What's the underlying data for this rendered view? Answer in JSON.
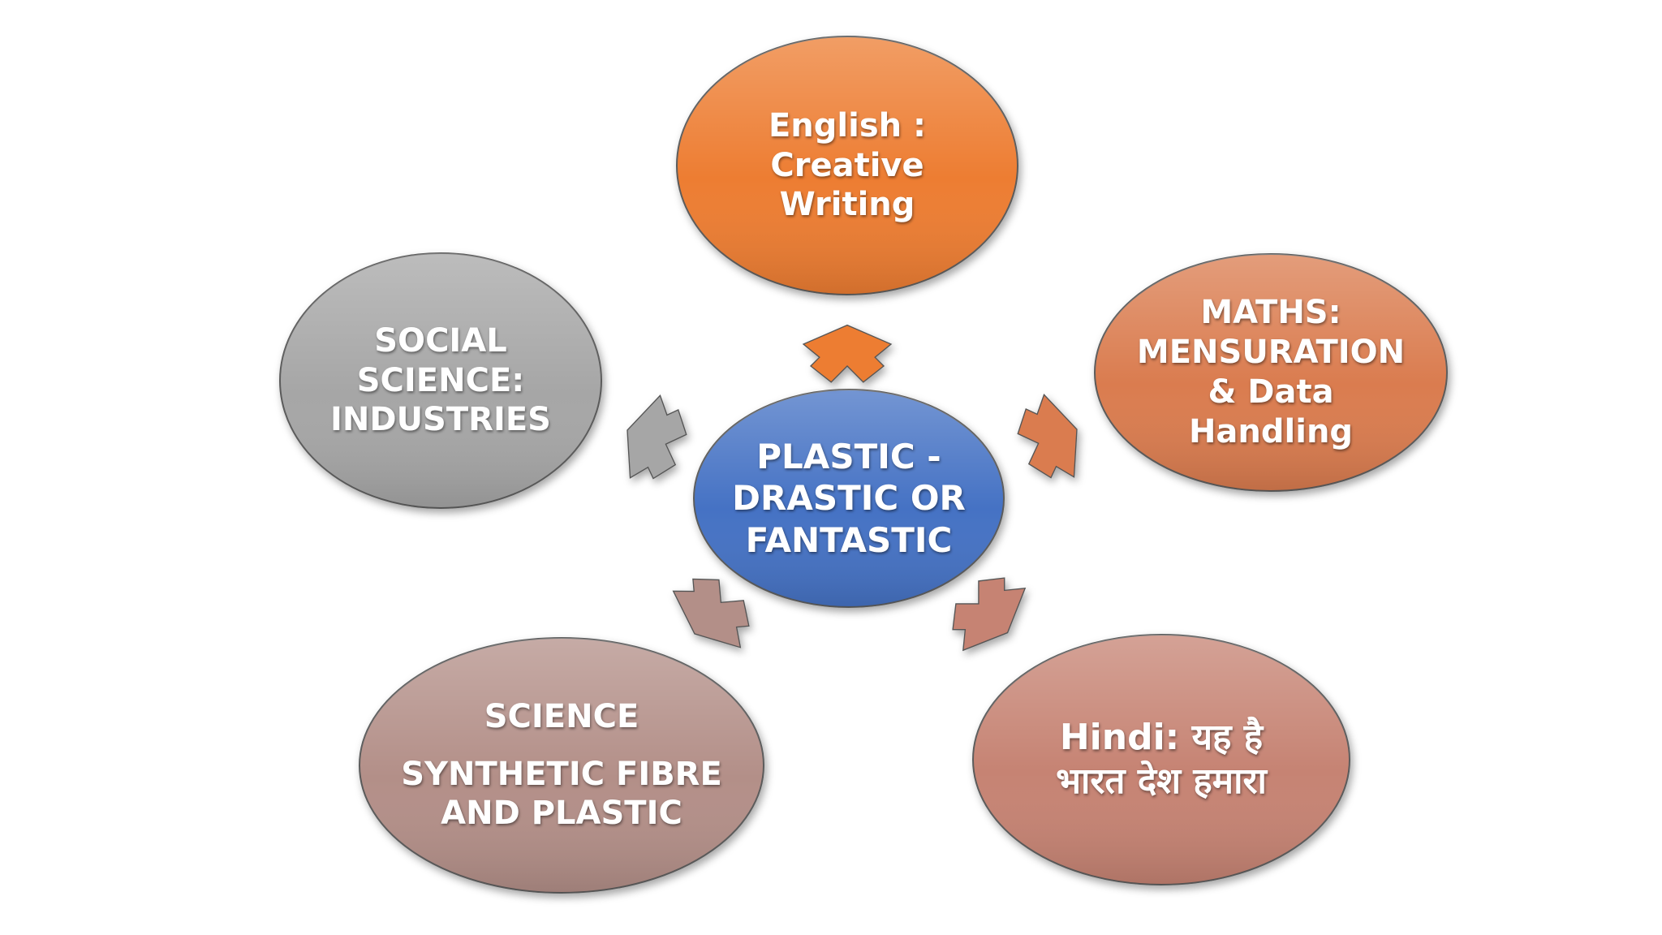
{
  "center": {
    "lines": [
      "PLASTIC -",
      "DRASTIC OR",
      "FANTASTIC"
    ],
    "color": "#4472C4"
  },
  "nodes": {
    "english": {
      "lines": [
        "English :",
        "Creative",
        "Writing"
      ],
      "color": "#ED7D31"
    },
    "maths": {
      "lines": [
        "MATHS:",
        "MENSURATION",
        "& Data",
        "Handling"
      ],
      "color": "#DA7C4F"
    },
    "hindi": {
      "lines": [
        "Hindi: यह है",
        "भारत देश हमारा"
      ],
      "color": "#C68373"
    },
    "science": {
      "heading": "SCIENCE",
      "lines": [
        "SYNTHETIC FIBRE",
        "AND PLASTIC"
      ],
      "color": "#B38F88"
    },
    "social": {
      "lines": [
        "SOCIAL",
        "SCIENCE:",
        "INDUSTRIES"
      ],
      "color": "#A6A6A6"
    }
  }
}
